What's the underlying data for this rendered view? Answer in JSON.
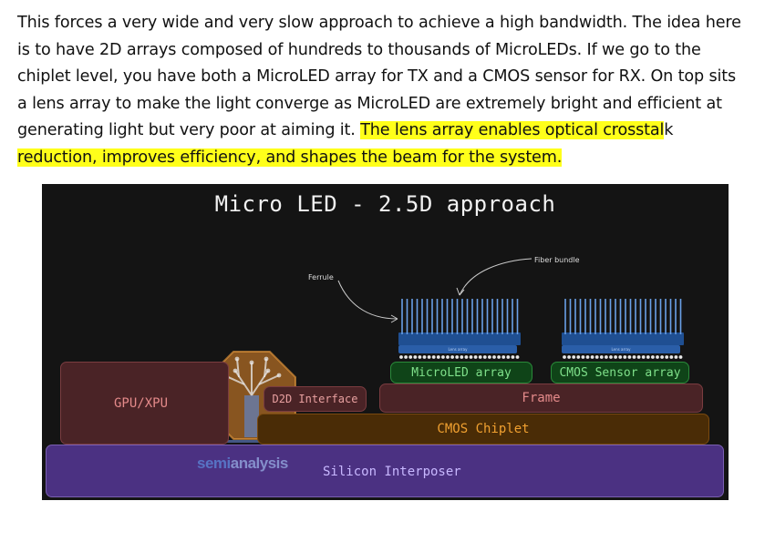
{
  "paragraph": {
    "lines": [
      "This forces a very wide and very slow approach to achieve a high bandwidth. The idea here",
      "is to have 2D arrays composed of hundreds to thousands of MicroLEDs. If we go to the",
      "chiplet level, you have both a MicroLED array for TX and a CMOS sensor for RX. On top sits",
      "a lens array to make the light converge as MicroLED are extremely bright and efficient at",
      "generating light but very poor at aiming it. "
    ],
    "highlight_a": "The lens array enables optical crosstal",
    "line4_tail": "k",
    "highlight_b": "reduction, improves efficiency, and shapes the beam for the system.",
    "highlight_color": "#ffff1a"
  },
  "diagram": {
    "title": "Micro LED - 2.5D approach",
    "labels": {
      "fiber_bundle": "Fiber bundle",
      "ferrule": "Ferrule",
      "lens_array_1": "Lens array",
      "lens_array_2": "Lens array",
      "microled_array": "MicroLED array",
      "cmos_sensor_array": "CMOS Sensor array",
      "gpu_xpu": "GPU/XPU",
      "d2d_interface": "D2D Interface",
      "frame": "Frame",
      "cmos_chiplet": "CMOS Chiplet",
      "silicon_interposer": "Silicon Interposer"
    },
    "colors": {
      "background": "#141414",
      "fiber": "#6aa0e8",
      "green_block": "#0f4418",
      "red_block": "#4a2326",
      "orange_block": "#4a2c06",
      "purple_block": "#4b3182"
    }
  },
  "watermark": {
    "logo_text_a": "semi",
    "logo_text_b": "analysis"
  }
}
